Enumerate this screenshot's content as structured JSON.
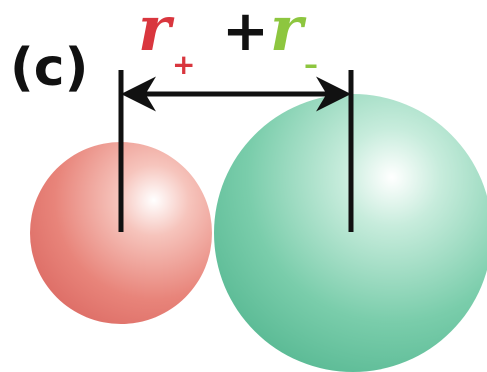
{
  "panel_label": "(c)",
  "formula": {
    "cation_symbol": "r",
    "cation_subscript": "+",
    "operator": "+",
    "anion_symbol": "r",
    "anion_subscript": "–"
  },
  "colors": {
    "cation": "#d9363e",
    "anion": "#8dc63f",
    "text": "#111111",
    "cation_sphere": "#e8847a",
    "anion_sphere": "#6cc3a0",
    "marker": "#111111"
  }
}
